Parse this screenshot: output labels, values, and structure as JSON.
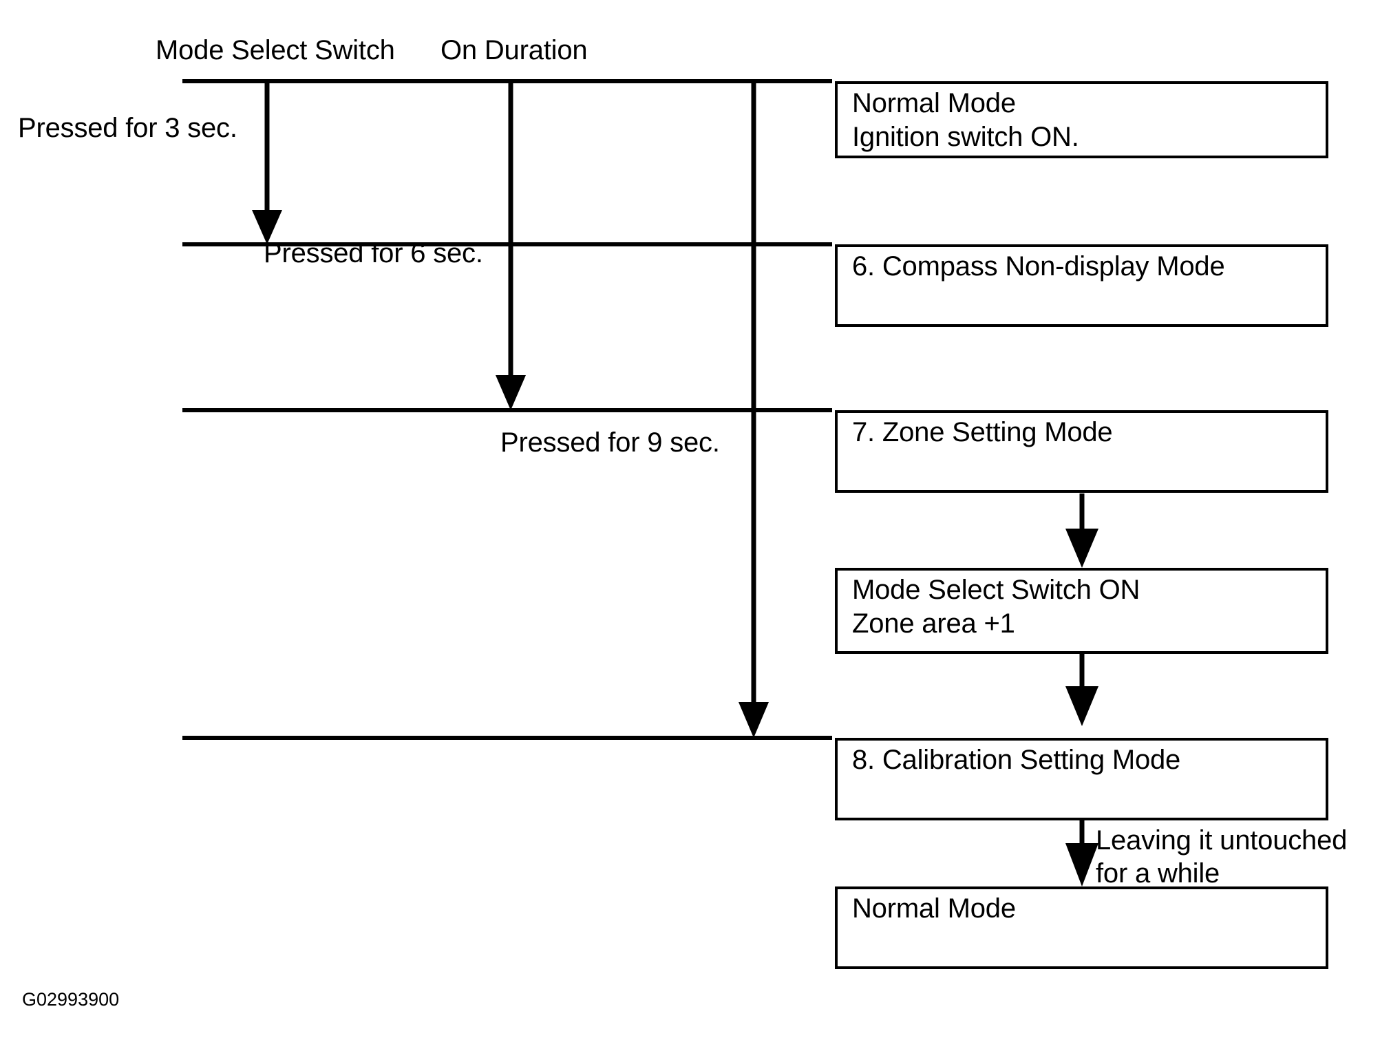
{
  "figure": {
    "code": "G02993900",
    "column_headers": [
      {
        "id": "mode-select-switch",
        "label": "Mode Select Switch"
      },
      {
        "id": "on-duration",
        "label": "On Duration"
      }
    ],
    "duration_labels": [
      {
        "id": "pressed-3-sec",
        "label": "Pressed for 3 sec."
      },
      {
        "id": "pressed-6-sec",
        "label": "Pressed for 6 sec."
      },
      {
        "id": "pressed-9-sec",
        "label": "Pressed for 9 sec."
      }
    ],
    "transition_labels": [
      {
        "id": "leaving-untouched",
        "line1": "Leaving it untouched",
        "line2": "for a while"
      }
    ],
    "state_boxes": [
      {
        "id": "normal-mode-top",
        "line1": "Normal Mode",
        "line2": "Ignition switch ON."
      },
      {
        "id": "compass-non-display-mode",
        "line1": "6. Compass Non-display Mode",
        "line2": ""
      },
      {
        "id": "zone-setting-mode",
        "line1": "7. Zone Setting Mode",
        "line2": ""
      },
      {
        "id": "mode-select-switch-on",
        "line1": "Mode Select Switch ON",
        "line2": "Zone area +1"
      },
      {
        "id": "calibration-setting-mode",
        "line1": "8. Calibration Setting Mode",
        "line2": ""
      },
      {
        "id": "normal-mode-bottom",
        "line1": "Normal Mode",
        "line2": ""
      }
    ],
    "colors": {
      "stroke": "#000000",
      "background": "#ffffff"
    }
  }
}
